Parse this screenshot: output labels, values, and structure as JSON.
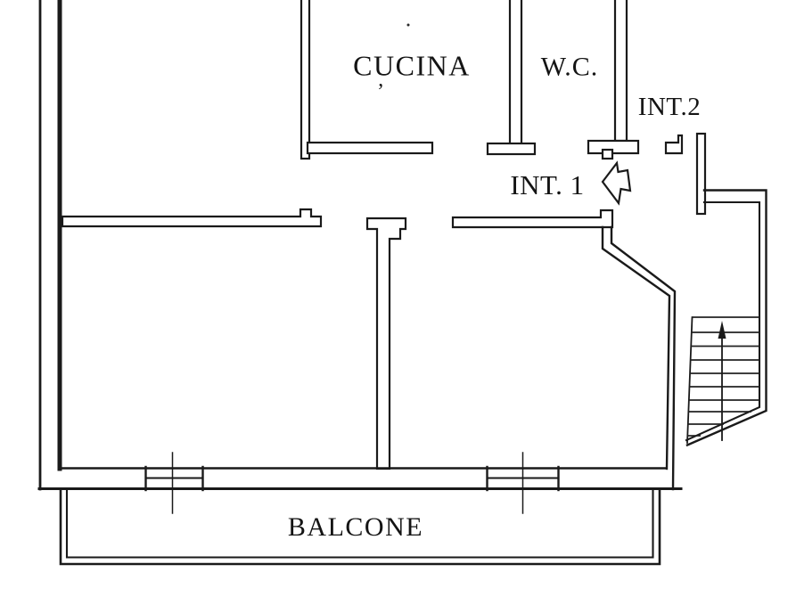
{
  "page": {
    "background": "#ffffff",
    "ink": "#1a1a1a",
    "kind": "scanned floor plan drawing"
  },
  "plan": {
    "rooms": [
      {
        "id": "kitchen",
        "label": "CUCINA"
      },
      {
        "id": "wc",
        "label": "W.C."
      },
      {
        "id": "balcony",
        "label": "BALCONE"
      }
    ],
    "units": [
      {
        "id": "unit1",
        "label": "INT. 1",
        "entrance_arrow": "points-left"
      },
      {
        "id": "unit2",
        "label": "INT.2"
      }
    ],
    "stairs": {
      "direction_arrow": "points-up",
      "step_count": 10
    },
    "marks": {
      "apostrophe": "’"
    },
    "windows": [
      {
        "id": "window-left",
        "sill": "bottom wall"
      },
      {
        "id": "window-right",
        "sill": "bottom wall"
      }
    ]
  }
}
